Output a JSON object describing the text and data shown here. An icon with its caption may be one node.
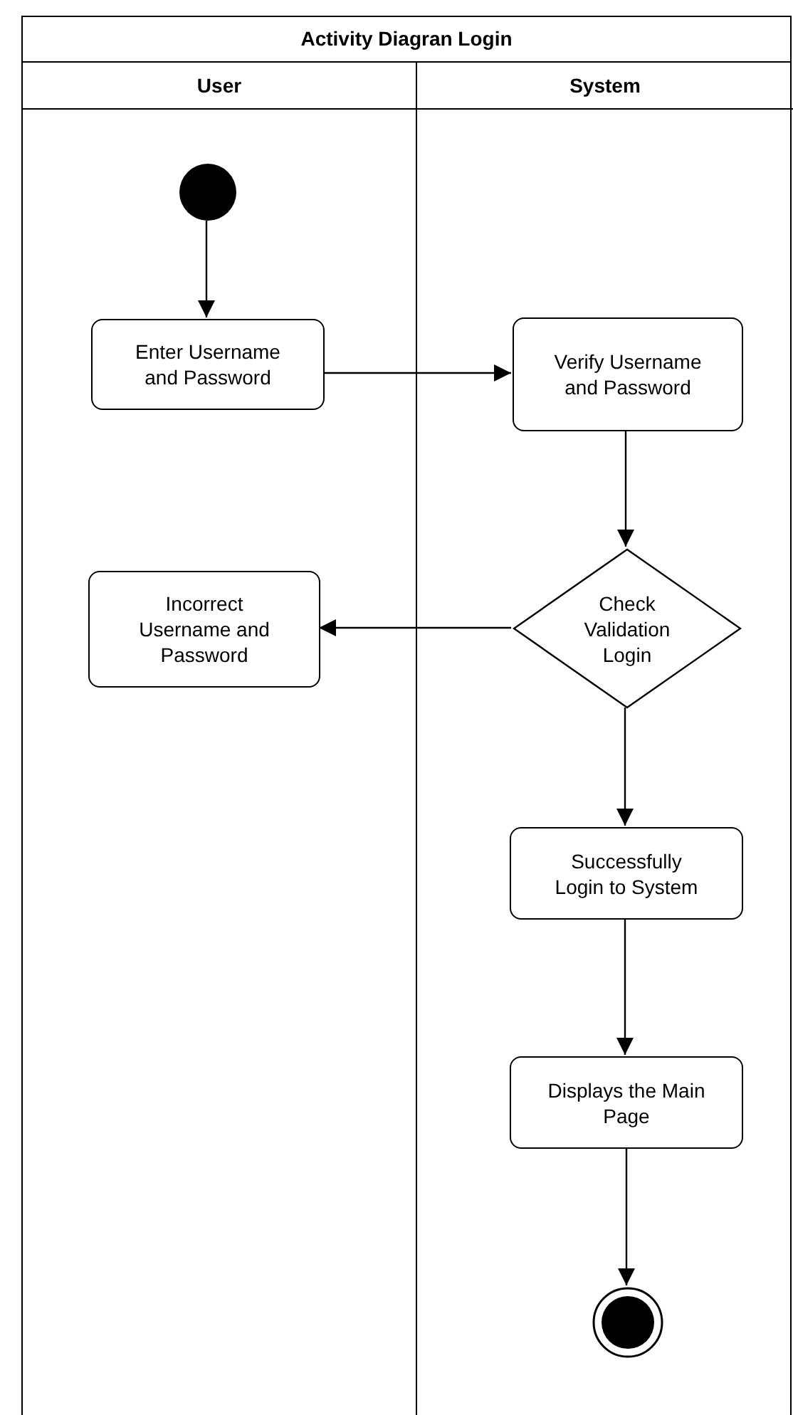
{
  "diagram": {
    "nodes": [
      {
        "text": [
          "Activity Diagran Login"
        ]
      },
      {
        "text": [
          "User"
        ],
        "in": 0
      },
      {
        "text": [
          "System"
        ],
        "in": 0
      },
      {
        "text": [],
        "shape": "circle",
        "in": 1
      },
      {
        "text": [
          "Enter Username and Password"
        ],
        "in": 1
      },
      {
        "text": [
          "Verify Username and Password"
        ],
        "in": 2
      },
      {
        "text": [
          "Check Validation Login"
        ],
        "in": 2
      },
      {
        "text": [
          "Incorrect Username and Password"
        ],
        "in": 1
      },
      {
        "text": [
          "Successfully Login to System"
        ],
        "in": 2
      },
      {
        "text": [
          "Displays the Main Page"
        ],
        "in": 2
      },
      {
        "text": [],
        "shape": "bullseye",
        "in": 2
      }
    ],
    "edges": [
      {
        "from": 3,
        "to": 4,
        "arrow": "to"
      },
      {
        "from": 4,
        "to": 5,
        "arrow": "to"
      },
      {
        "from": 5,
        "to": 6,
        "arrow": "to"
      },
      {
        "from": 6,
        "to": 7,
        "arrow": "to"
      },
      {
        "from": 6,
        "to": 8,
        "arrow": "to"
      },
      {
        "from": 8,
        "to": 9,
        "arrow": "to"
      },
      {
        "from": 9,
        "to": 10,
        "arrow": "to"
      }
    ]
  }
}
